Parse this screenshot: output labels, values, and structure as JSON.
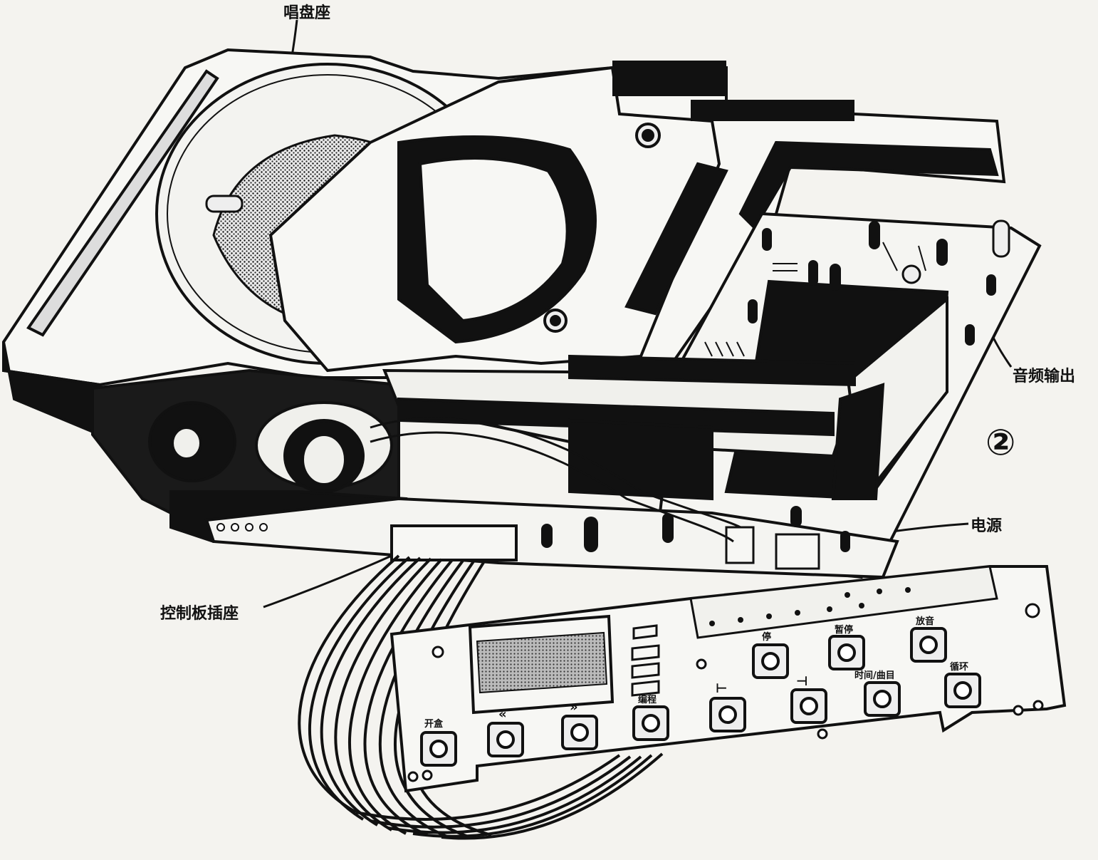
{
  "figure": {
    "number": "②",
    "callouts": {
      "disc_tray": "唱盘座",
      "audio_out": "音频输出",
      "power": "电源",
      "control_socket": "控制板插座"
    },
    "panel_buttons": {
      "open": "开盒",
      "rewind": "«",
      "forward": "»",
      "program": "编程",
      "prev": "⊢",
      "stop": "停",
      "next": "⊣",
      "pause": "暂停",
      "time_track": "时间/曲目",
      "play": "放音",
      "repeat": "循环"
    }
  }
}
